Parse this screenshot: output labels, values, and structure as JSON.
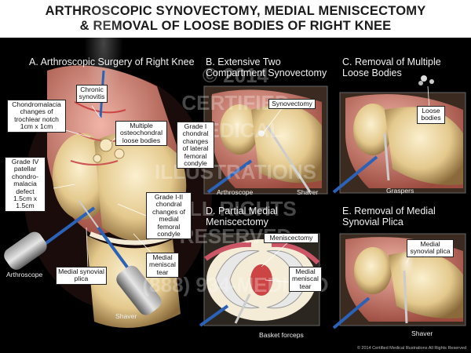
{
  "title": {
    "line1": "ARTHROSCOPIC SYNOVECTOMY, MEDIAL MENISCECTOMY",
    "line2": "& REMOVAL OF LOOSE BODIES OF RIGHT KNEE"
  },
  "panels": {
    "a": {
      "title": "A. Arthroscopic Surgery of Right Knee",
      "labels": {
        "chondromalacia_notch": "Chondromalacia changes of trochlear notch 1cm x 1cm",
        "chronic_synovitis": "Chronic synovitis",
        "loose_bodies": "Multiple osteochondral loose bodies",
        "grade_iv": "Grade IV patellar chondro-malacia defect 1.5cm x 1.5cm",
        "grade_i_ii": "Grade I-II chondral changes of medial femoral condyle",
        "medial_meniscal_tear": "Medial meniscal tear",
        "medial_synovial_plica": "Medial synovial plica",
        "arthroscope": "Arthroscope",
        "shaver": "Shaver"
      }
    },
    "b": {
      "title": "B. Extensive Two Compartment Synovectomy",
      "labels": {
        "synovectomy": "Synovectomy",
        "grade_i": "Grade I chondral changes of lateral femoral condyle",
        "arthroscope": "Arthroscope",
        "shaver": "Shaver"
      }
    },
    "c": {
      "title": "C. Removal of Multiple Loose Bodies",
      "labels": {
        "loose_bodies": "Loose bodies",
        "graspers": "Graspers"
      }
    },
    "d": {
      "title": "D. Partial Medial Meniscectomy",
      "labels": {
        "meniscectomy": "Meniscectomy",
        "medial_meniscal_tear": "Medial meniscal tear",
        "basket_forceps": "Basket forceps"
      }
    },
    "e": {
      "title": "E. Removal of Medial Synovial Plica",
      "labels": {
        "medial_synovial_plica": "Medial synovial plica",
        "shaver": "Shaver"
      }
    }
  },
  "watermark": {
    "lines": [
      "© 2014",
      "CERTIFIED",
      "MEDICAL",
      "ILLUSTRATIONS",
      "ALL RIGHTS",
      "RESERVED",
      "(888) 934-MEDILLO"
    ]
  },
  "footer": "© 2014 Certified Medical Illustrations All Rights Reserved",
  "colors": {
    "background": "#000000",
    "title_bg": "#ffffff",
    "bone": "#e8d3a3",
    "cartilage": "#f4ecd6",
    "synovium": "#d77a6b",
    "tool_blue": "#2a62b8"
  }
}
